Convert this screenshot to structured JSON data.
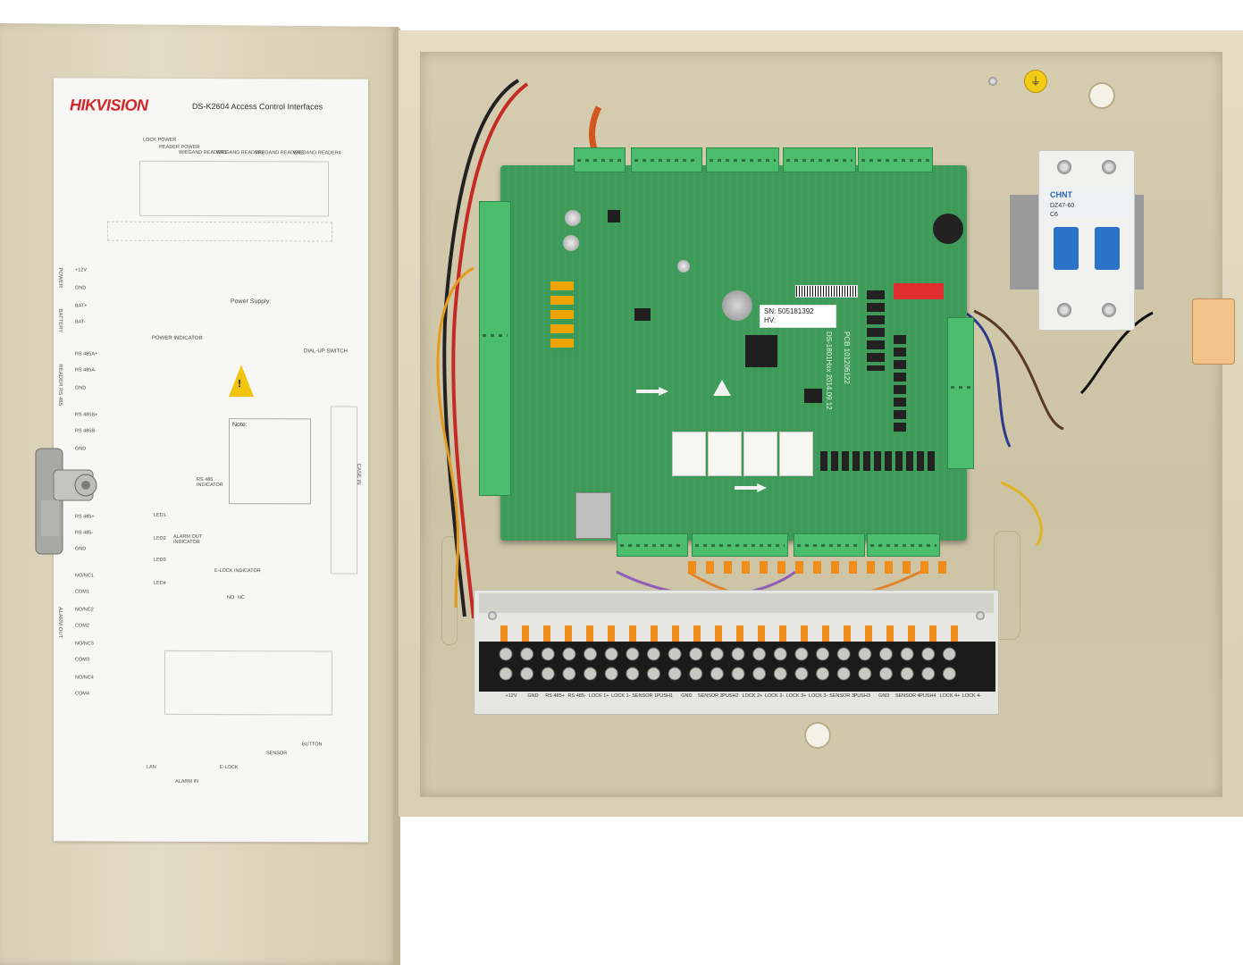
{
  "door_sheet": {
    "brand": "HIKVISION",
    "title": "DS-K2604 Access Control Interfaces",
    "left_labels": [
      "+12V",
      "GND",
      "BAT+",
      "BAT-",
      "RS 485A+",
      "RS 485A-",
      "GND",
      "RS 485B+",
      "RS 485B-",
      "GND",
      "RS 485+",
      "RS 485-",
      "GND",
      "NO/NC1",
      "COM1",
      "NO/NC2",
      "COM2",
      "NO/NC3",
      "COM3",
      "NO/NC4",
      "COM4"
    ],
    "side_labels": [
      "POWER",
      "BATTERY",
      "READER RS 485",
      "ALARM OUT"
    ],
    "top_headers": [
      "LOCK POWER",
      "READER POWER",
      "WIEGAND READER1",
      "WIEGAND READER2",
      "WIEGAND READER3",
      "WIEGAND READER4"
    ],
    "power_supply": "Power Supply:",
    "power_indicator": "POWER INDICATOR",
    "dial_up_switch": "DIAL-UP SWITCH",
    "note_title": "Note:",
    "led_labels": [
      "LED1",
      "LED2",
      "LED3",
      "LED4"
    ],
    "alarm_out_indicator": "ALARM OUT INDICATOR",
    "elock_indicator": "E-LOCK INDICATOR",
    "rs485_indicator": "RS 485 INDICATOR",
    "no_nc": [
      "NO",
      "NC"
    ],
    "bottom_labels": [
      "LAN",
      "ALARM IN",
      "E-LOCK",
      "SENSOR",
      "BUTTON"
    ],
    "right_labels": [
      "CASE IN"
    ]
  },
  "pcb": {
    "serial": "SN: 505181392",
    "hw": "HV:",
    "model_text": "DS-1801Hxx 2014.09.12",
    "pcb_text": "PCB 101206122"
  },
  "breaker": {
    "brand": "CHNT",
    "model": "DZ47-60",
    "rating": "C6"
  },
  "terminal_strip": {
    "labels": [
      "+12V",
      "GND",
      "RS 485+",
      "RS 485-",
      "LOCK 1+",
      "LOCK 1-",
      "SENSOR 1",
      "PUSH1",
      "GND",
      "SENSOR 2",
      "PUSH2",
      "LOCK 2+",
      "LOCK 2-",
      "LOCK 3+",
      "LOCK 3-",
      "SENSOR 3",
      "PUSH3",
      "GND",
      "SENSOR 4",
      "PUSH4",
      "LOCK 4+",
      "LOCK 4-"
    ]
  },
  "colors": {
    "cabinet": "#d9d0b3",
    "pcb": "#3d9a58",
    "terminal": "#4cbc6d",
    "brand_red": "#d1262b",
    "breaker_blue": "#2b73c7"
  }
}
